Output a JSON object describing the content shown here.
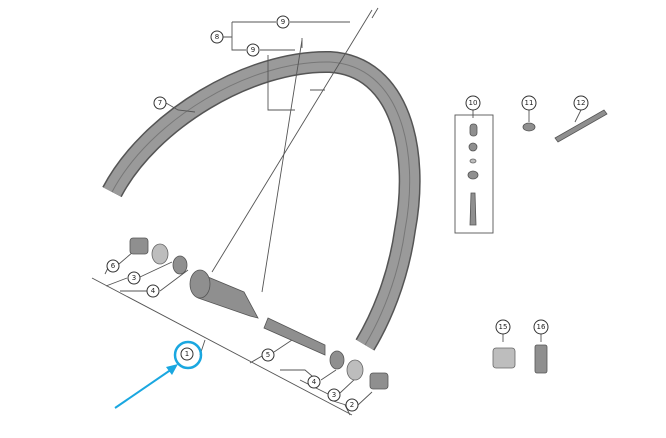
{
  "callouts": {
    "c1": "1",
    "c2": "2",
    "c3a": "3",
    "c3b": "3",
    "c4a": "4",
    "c4b": "4",
    "c5": "5",
    "c6": "6",
    "c7": "7",
    "c8": "8",
    "c9a": "9",
    "c9b": "9",
    "c10": "10",
    "c11": "11",
    "c12": "12",
    "c15": "15",
    "c16": "16"
  },
  "highlight": {
    "target": "1",
    "color": "#1aa7e0"
  }
}
